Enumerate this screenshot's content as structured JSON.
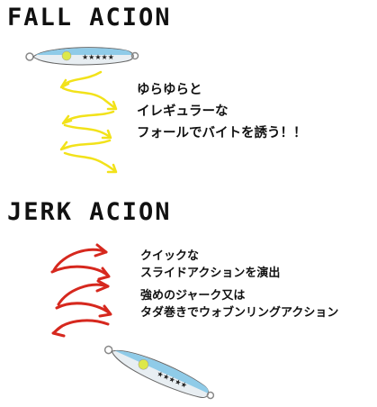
{
  "fall": {
    "title": "FALL ACION",
    "caption_lines": [
      "ゆらゆらと",
      "イレギュラーな",
      "フォールでバイトを誘う！！"
    ],
    "arrow_color": "#f2e21a"
  },
  "jerk": {
    "title": "JERK ACION",
    "caption_lines": [
      "クイックな",
      "スライドアクションを演出",
      "強めのジャーク又は",
      "タダ巻きでウォブンリングアクション"
    ],
    "arrow_color": "#d6281e"
  },
  "lure": {
    "body_color": "#8fcbe8",
    "belly_color": "#e8eef2",
    "eye_color": "#dde84a",
    "stars": "★★★★★"
  }
}
